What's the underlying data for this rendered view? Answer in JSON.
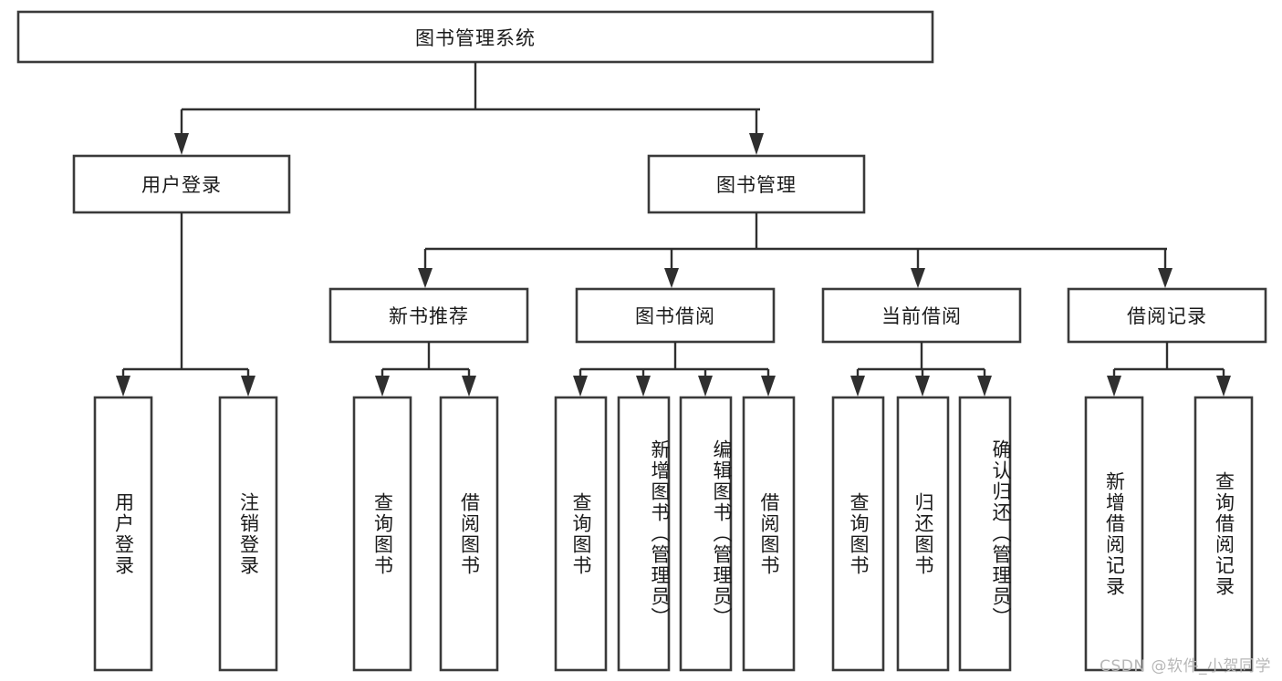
{
  "diagram": {
    "title": "图书管理系统",
    "type": "tree",
    "orientation": "top-down",
    "colors": {
      "box_fill": "#ffffff",
      "box_stroke": "#3a3a3a",
      "connector": "#2f2f2f",
      "text": "#1a1a1a",
      "watermark": "#b7b7b7",
      "background": "#ffffff"
    },
    "root": {
      "label": "图书管理系统"
    },
    "level2": [
      {
        "id": "user-login",
        "label": "用户登录"
      },
      {
        "id": "book-management",
        "label": "图书管理"
      }
    ],
    "level3": [
      {
        "id": "new-book-recommend",
        "label": "新书推荐",
        "parent": "book-management"
      },
      {
        "id": "book-borrow",
        "label": "图书借阅",
        "parent": "book-management"
      },
      {
        "id": "current-borrow",
        "label": "当前借阅",
        "parent": "book-management"
      },
      {
        "id": "borrow-record",
        "label": "借阅记录",
        "parent": "book-management"
      }
    ],
    "leaves": [
      {
        "id": "leaf-user-login",
        "label": "用户登录",
        "parent": "user-login"
      },
      {
        "id": "leaf-logout-login",
        "label": "注销登录",
        "parent": "user-login"
      },
      {
        "id": "leaf-query-book-1",
        "label": "查询图书",
        "parent": "new-book-recommend"
      },
      {
        "id": "leaf-borrow-book-1",
        "label": "借阅图书",
        "parent": "new-book-recommend"
      },
      {
        "id": "leaf-query-book-2",
        "label": "查询图书",
        "parent": "book-borrow"
      },
      {
        "id": "leaf-add-book-admin",
        "label": "新增图书（管理员）",
        "parent": "book-borrow"
      },
      {
        "id": "leaf-edit-book-admin",
        "label": "编辑图书（管理员）",
        "parent": "book-borrow"
      },
      {
        "id": "leaf-borrow-book-2",
        "label": "借阅图书",
        "parent": "book-borrow"
      },
      {
        "id": "leaf-query-book-3",
        "label": "查询图书",
        "parent": "current-borrow"
      },
      {
        "id": "leaf-return-book",
        "label": "归还图书",
        "parent": "current-borrow"
      },
      {
        "id": "leaf-confirm-return-admin",
        "label": "确认归还（管理员）",
        "parent": "current-borrow"
      },
      {
        "id": "leaf-add-borrow-record",
        "label": "新增借阅记录",
        "parent": "borrow-record"
      },
      {
        "id": "leaf-query-borrow-record",
        "label": "查询借阅记录",
        "parent": "borrow-record"
      }
    ]
  },
  "watermark": {
    "text": "CSDN @软件_小贺同学"
  }
}
